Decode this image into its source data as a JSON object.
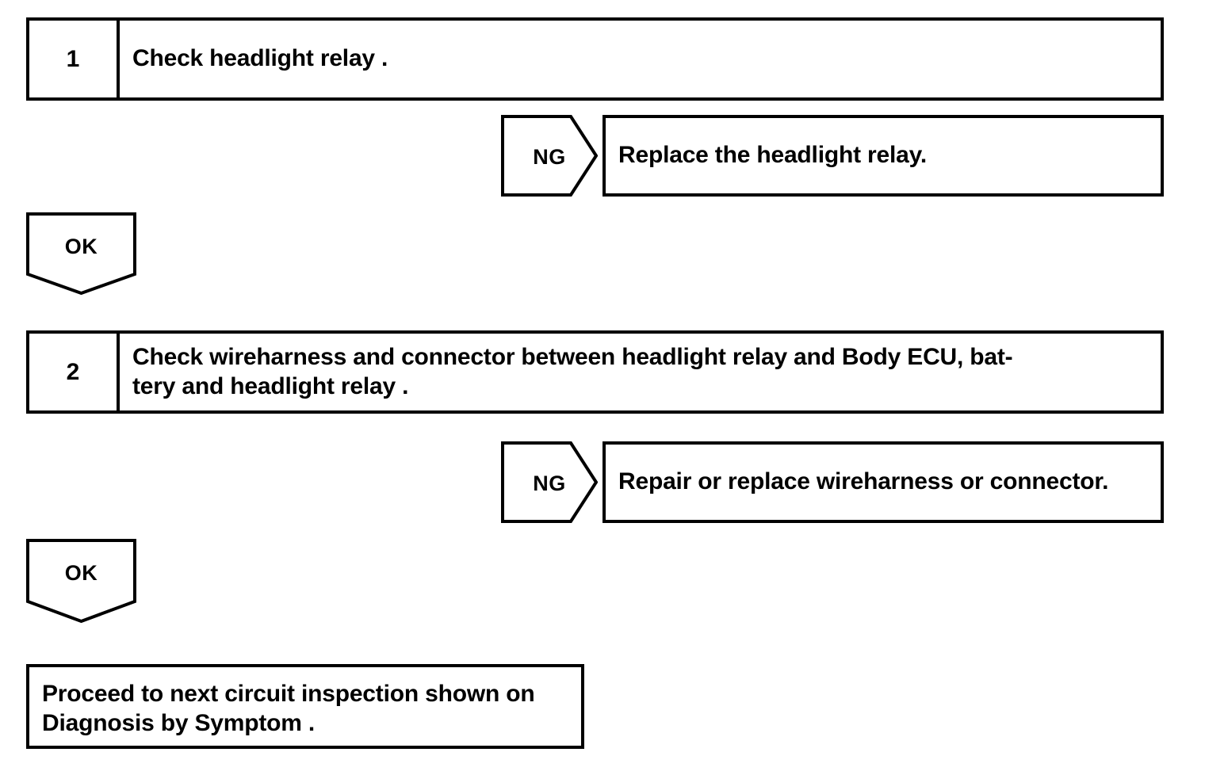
{
  "document": {
    "type": "troubleshooting-flowchart",
    "title": "Headlight relay circuit inspection procedure"
  },
  "colors": {
    "line": "#000000",
    "background": "#ffffff",
    "text": "#000000"
  },
  "steps": [
    {
      "number": "1",
      "instruction": "Check headlight relay .",
      "result_ng": {
        "judgement": "NG",
        "action": "Replace the headlight relay."
      },
      "result_ok": {
        "judgement": "OK"
      }
    },
    {
      "number": "2",
      "instruction": "Check wireharness and connector between headlight relay and Body ECU, bat-­tery and headlight relay .",
      "instruction_line1": "Check wireharness and connector between headlight relay and Body ECU, bat-",
      "instruction_line2": "tery and headlight relay .",
      "result_ng": {
        "judgement": "NG",
        "action": "Repair or replace wireharness or connector."
      },
      "result_ok": {
        "judgement": "OK"
      }
    }
  ],
  "final": {
    "text": "Proceed to next circuit inspection shown on Diagnosis by Symptom .",
    "line1": "Proceed to next circuit inspection shown on",
    "line2": "Diagnosis by Symptom ."
  }
}
